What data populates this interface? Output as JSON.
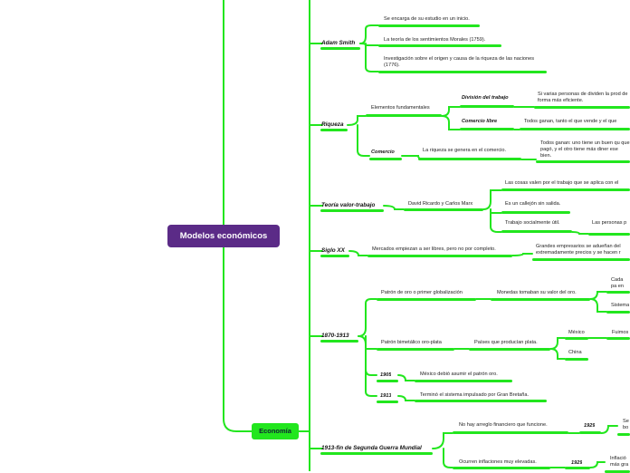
{
  "root": {
    "label": "Modelos económicos"
  },
  "branch": {
    "label": "Economía"
  },
  "topics": {
    "adam_smith": {
      "label": "Adam Smith",
      "items": [
        "Se encarga de su estudio en un inicio.",
        "La teoría de los sentimientos Morales (1759).",
        "Investigación sobre el origen y causa de la riqueza de las naciones (1776)."
      ]
    },
    "riqueza": {
      "label": "Riqueza",
      "elementos": "Elementos fundamentales",
      "division": "División del trabajo",
      "division_text": "Si varias personas de dividen la prod de forma más eficiente.",
      "comercio_libre": "Comercio libre",
      "comercio_libre_text": "Todos ganan, tanto el que vende y el que",
      "comercio": "Comercio",
      "comercio_text": "La riqueza se genera en el comercio.",
      "comercio_detail": "Todos ganan: uno tiene un buen qu que pagó, y el otro tiene más diner ese bien."
    },
    "teoria": {
      "label": "Teoría valor-trabajo",
      "autores": "David Ricardo y Carlos Marx",
      "items": [
        "Las cosas valen por el trabajo que se aplica con el",
        "Es un callejón sin salida.",
        "Trabajo socialmente útil."
      ],
      "personas": "Las personas p"
    },
    "siglo_xx": {
      "label": "Siglo XX",
      "mercados": "Mercados empiezan a ser libres, pero no por completo.",
      "empresarios": "Grandes empresarios se adueñan del extremadamente precios y se hacen r"
    },
    "p1870": {
      "label": "1870-1913",
      "oro": "Patrón de oro o primer globalización",
      "monedas": "Monedas tomaban su valor del oro.",
      "cada": "Cada pa en oro c",
      "sistema": "Sistema",
      "bimetalico": "Patrón bimetálico oro-plata",
      "paises": "Países que producían plata.",
      "mexico": "México",
      "fuimos": "Fuimos",
      "china": "China",
      "y1905": "1905",
      "t1905": "México debió asumir el patrón oro.",
      "y1913": "1913",
      "t1913": "Terminó el sistema impulsado por Gran Bretaña."
    },
    "p1913": {
      "label": "1913-fin de Segunda Guerra Mundial",
      "arreglo": "No hay arreglo financiero que funcione.",
      "y1929a": "1929",
      "se": "Se bo",
      "inflaciones": "Ocurren inflaciones muy elevadas.",
      "y1929b": "1929",
      "inflacion": "Inflació más gra"
    }
  }
}
